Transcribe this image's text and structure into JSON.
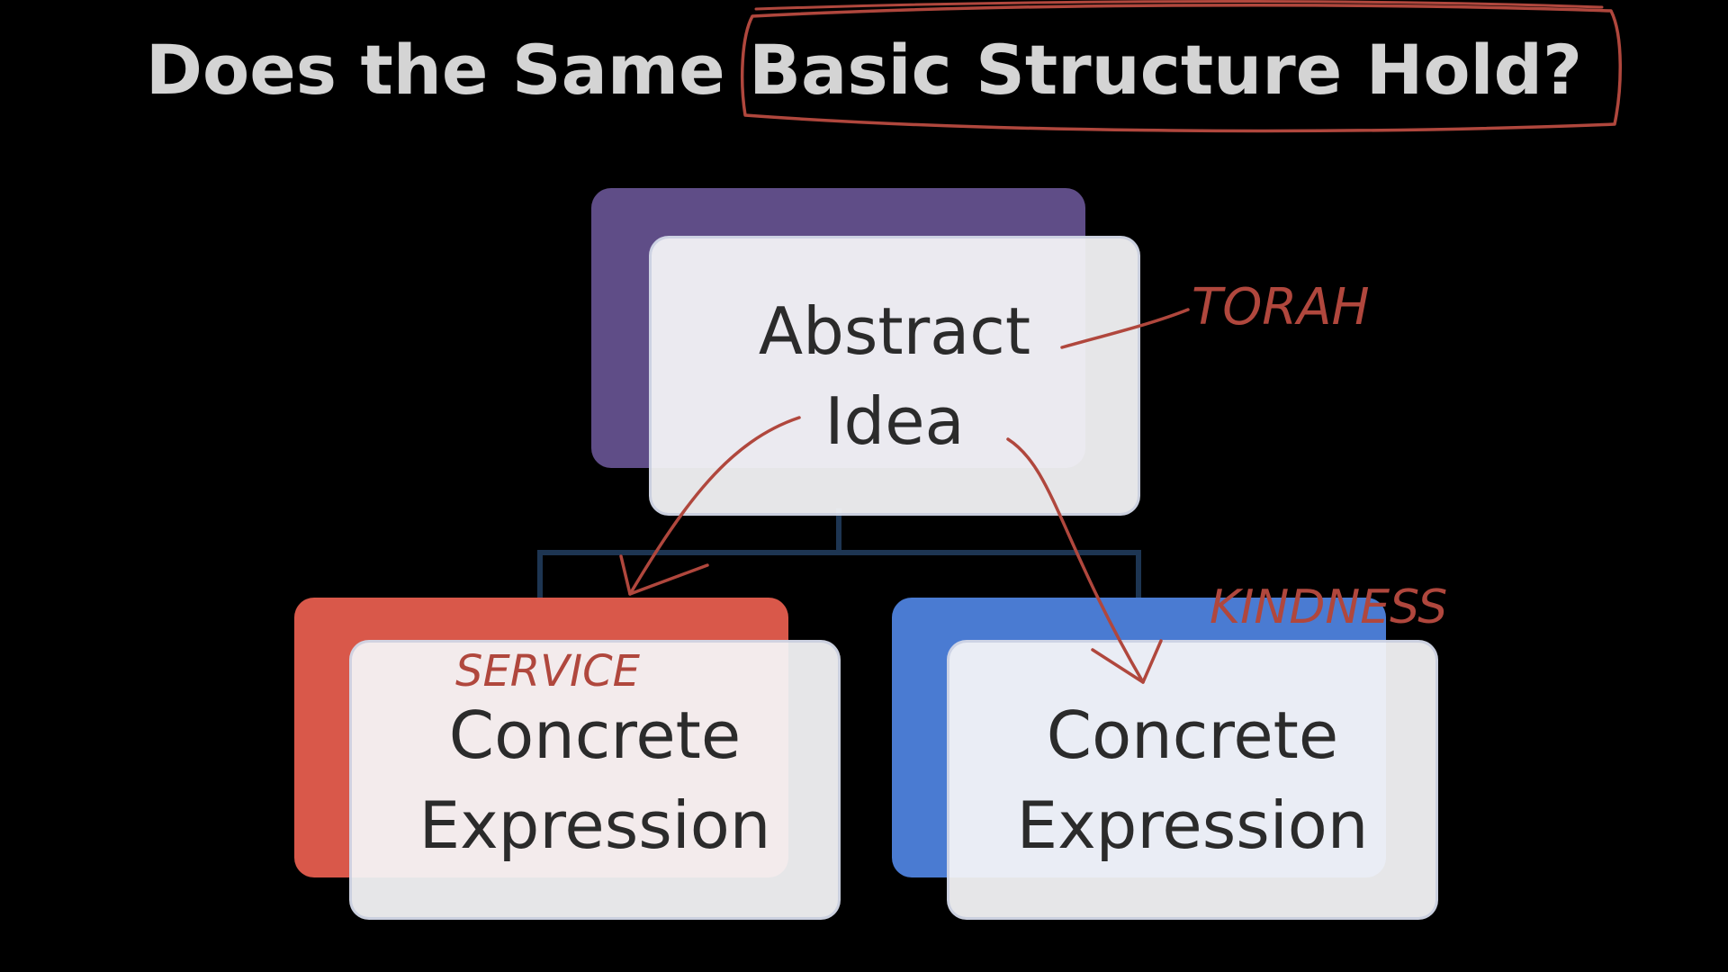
{
  "slide": {
    "title": "Does the Same Basic Structure Hold?"
  },
  "diagram": {
    "root": {
      "label": "Abstract\nIdea",
      "accent_color": "#5f4d87"
    },
    "children": [
      {
        "label": "Concrete\nExpression",
        "accent_color": "#d9584a"
      },
      {
        "label": "Concrete\nExpression",
        "accent_color": "#4a7bd2"
      }
    ]
  },
  "annotations": {
    "ink_color": "#b0473d",
    "labels": {
      "root": "TORAH",
      "left_child": "SERVICE",
      "right_child": "KINDNESS"
    }
  }
}
